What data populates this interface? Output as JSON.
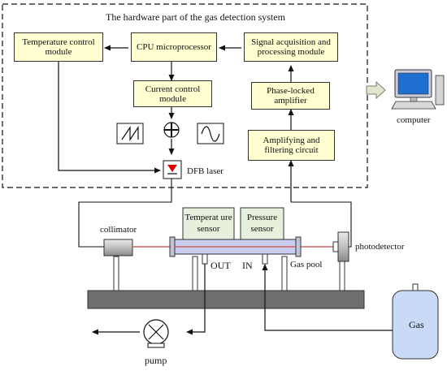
{
  "hardware_title": "The hardware part of the gas detection system",
  "modules": {
    "temperature_control": "Temperature control module",
    "cpu": "CPU microprocessor",
    "signal_acquisition": "Signal acquisition and processing module",
    "current_control": "Current control module",
    "phase_locked": "Phase-locked amplifier",
    "amplifying": "Amplifying and filtering circuit"
  },
  "components": {
    "dfb_laser": "DFB laser",
    "computer": "computer",
    "collimator": "collimator",
    "temperature_sensor": "Temperat ure sensor",
    "pressure_sensor": "Pressure sensor",
    "photodetector": "photodetector",
    "out": "OUT",
    "in": "IN",
    "gas_pool": "Gas pool",
    "gas": "Gas",
    "pump": "pump"
  },
  "colors": {
    "module_fill": "#ffffd2",
    "gas_pool_fill": "#c8cdf0",
    "bench": "#6e6e6e",
    "laser_red": "#e00000",
    "beam": "#e08080"
  }
}
